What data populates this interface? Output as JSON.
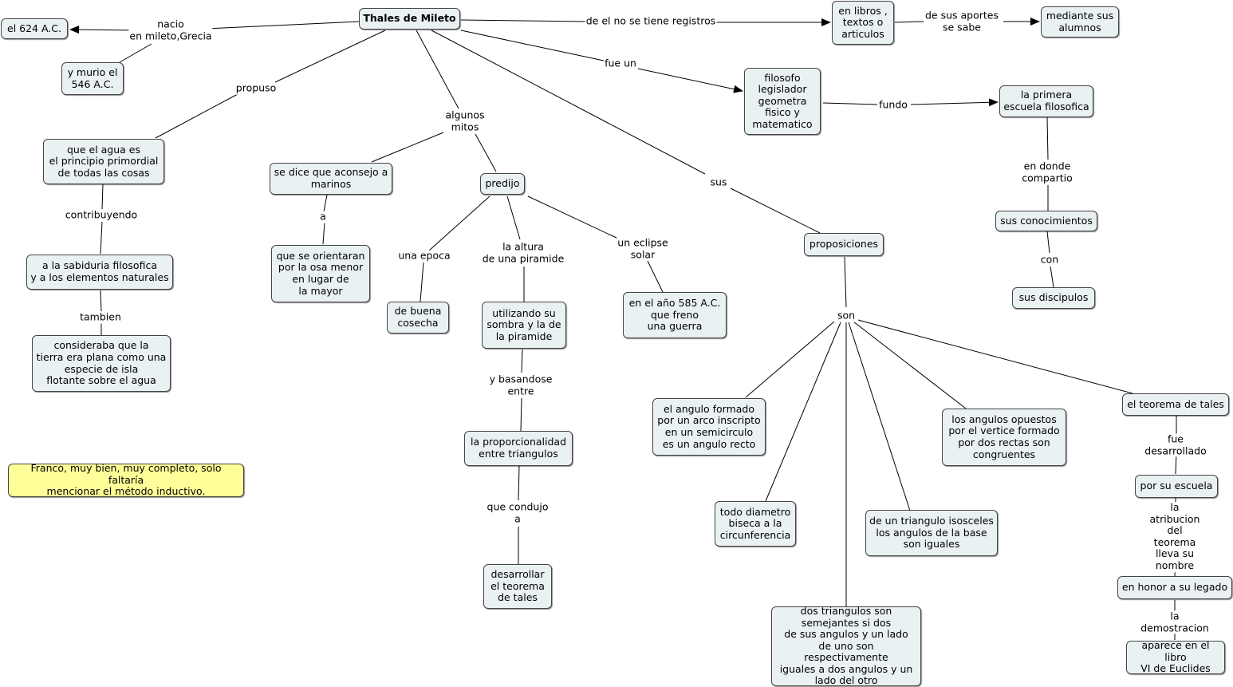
{
  "nodes": [
    {
      "id": "thales",
      "text": "Thales de Mileto"
    },
    {
      "id": "n624",
      "text": "el 624 A.C."
    },
    {
      "id": "murio",
      "text": "y murio el\n546 A.C."
    },
    {
      "id": "libros",
      "text": "en libros ,\ntextos o\narticulos"
    },
    {
      "id": "alumnos",
      "text": "mediante sus\nalumnos"
    },
    {
      "id": "filosofo",
      "text": "filosofo\nlegislador\ngeometra\nfisico y\nmatematico"
    },
    {
      "id": "escuela",
      "text": "la primera\nescuela filosofica"
    },
    {
      "id": "conocimientos",
      "text": "sus conocimientos"
    },
    {
      "id": "discipulos",
      "text": "sus discipulos"
    },
    {
      "id": "agua",
      "text": "que el agua es\nel principio  primordial\nde todas las cosas"
    },
    {
      "id": "sabiduria",
      "text": "a la sabiduria filosofica\ny a los elementos naturales"
    },
    {
      "id": "tierra",
      "text": "consideraba que la\ntierra era plana como una\nespecie de isla\nflotante sobre el agua"
    },
    {
      "id": "marinos",
      "text": "se dice que aconsejo a\nmarinos"
    },
    {
      "id": "osa",
      "text": "que se orientaran\npor la osa menor\nen lugar de\nla mayor"
    },
    {
      "id": "predijo",
      "text": "predijo"
    },
    {
      "id": "cosecha",
      "text": "de buena\ncosecha"
    },
    {
      "id": "sombra",
      "text": "utilizando su\nsombra y la de\nla piramide"
    },
    {
      "id": "proporcionalidad",
      "text": "la proporcionalidad\nentre triangulos"
    },
    {
      "id": "desarrollar",
      "text": "desarrollar\nel teorema\nde tales"
    },
    {
      "id": "eclipse",
      "text": "en el año 585 A.C.\nque freno\nuna guerra"
    },
    {
      "id": "proposiciones",
      "text": "proposiciones"
    },
    {
      "id": "angulo",
      "text": "el angulo formado\npor un arco inscripto\nen un semicirculo\nes un angulo recto"
    },
    {
      "id": "diametro",
      "text": "todo diametro\nbiseca a la\ncircunferencia"
    },
    {
      "id": "isosceles",
      "text": "de un triangulo isosceles\nlos angulos de la base\nson iguales"
    },
    {
      "id": "opuestos",
      "text": "los angulos opuestos\npor el vertice formado\npor dos rectas son\ncongruentes"
    },
    {
      "id": "semejantes",
      "text": "dos triangulos son\nsemejantes si dos\nde sus angulos y un lado\nde uno son respectivamente\niguales a dos angulos y un\nlado del otro"
    },
    {
      "id": "teorema",
      "text": "el teorema de tales"
    },
    {
      "id": "porescuela",
      "text": "por su escuela"
    },
    {
      "id": "honor",
      "text": "en honor a su legado"
    },
    {
      "id": "euclides",
      "text": "aparece en el libro\nVI de Euclides"
    },
    {
      "id": "nota",
      "text": "Franco, muy bien, muy completo, solo faltaría\nmencionar el método inductivo."
    }
  ],
  "labels": [
    {
      "id": "l_nacio",
      "text": "nacio\nen mileto,Grecia"
    },
    {
      "id": "l_registros",
      "text": "de el no se tiene registros"
    },
    {
      "id": "l_aportes",
      "text": "de sus aportes\nse sabe"
    },
    {
      "id": "l_fueun",
      "text": "fue un"
    },
    {
      "id": "l_fundo",
      "text": "fundo"
    },
    {
      "id": "l_endonde",
      "text": "en donde\ncompartio"
    },
    {
      "id": "l_con",
      "text": "con"
    },
    {
      "id": "l_propuso",
      "text": "propuso"
    },
    {
      "id": "l_contribuyendo",
      "text": "contribuyendo"
    },
    {
      "id": "l_tambien",
      "text": "tambien"
    },
    {
      "id": "l_mitos",
      "text": "algunos\nmitos"
    },
    {
      "id": "l_a1",
      "text": "a"
    },
    {
      "id": "l_epoca",
      "text": "una epoca"
    },
    {
      "id": "l_altura",
      "text": "la altura\nde una piramide"
    },
    {
      "id": "l_eclipse",
      "text": "un eclipse\nsolar"
    },
    {
      "id": "l_basandose",
      "text": "y basandose\nentre"
    },
    {
      "id": "l_condujo",
      "text": "que condujo\na"
    },
    {
      "id": "l_sus",
      "text": "sus"
    },
    {
      "id": "l_son",
      "text": "son"
    },
    {
      "id": "l_desarrollado",
      "text": "fue desarrollado"
    },
    {
      "id": "l_atribucion",
      "text": "la atribucion\ndel teorema\nlleva su nombre"
    },
    {
      "id": "l_demostracion",
      "text": "la demostracion"
    }
  ],
  "colors": {
    "node_fill": "#eaf1f3",
    "note_fill": "#ffff99",
    "line": "#000000"
  }
}
